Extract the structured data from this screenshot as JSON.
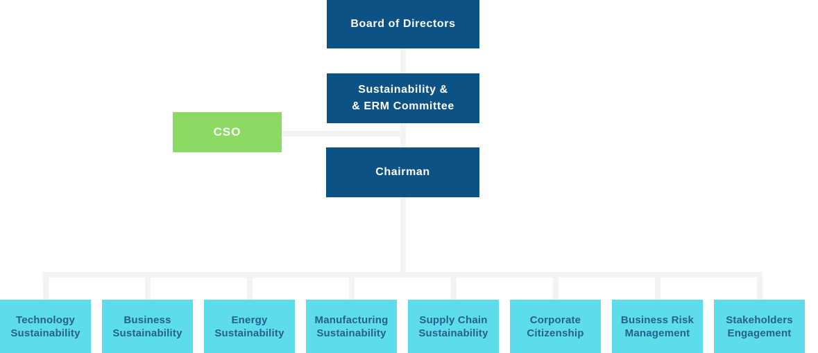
{
  "org_chart": {
    "nodes": {
      "board": {
        "label": "Board of Directors"
      },
      "committee": {
        "label": "Sustainability &\n& ERM Committee"
      },
      "cso": {
        "label": "CSO"
      },
      "chairman": {
        "label": "Chairman"
      }
    },
    "departments": [
      {
        "label": "Technology\nSustainability"
      },
      {
        "label": "Business\nSustainability"
      },
      {
        "label": "Energy\nSustainability"
      },
      {
        "label": "Manufacturing\nSustainability"
      },
      {
        "label": "Supply Chain\nSustainability"
      },
      {
        "label": "Corporate\nCitizenship"
      },
      {
        "label": "Business Risk\nManagement"
      },
      {
        "label": "Stakeholders\nEngagement"
      }
    ],
    "colors": {
      "primary_blue": "#0D5284",
      "green": "#8CD963",
      "cyan": "#5DDCEC",
      "department_text": "#26608F",
      "connector_gray": "#F3F3F3",
      "background": "#FFFFFF",
      "node_text_light": "#FFFFFF"
    }
  }
}
